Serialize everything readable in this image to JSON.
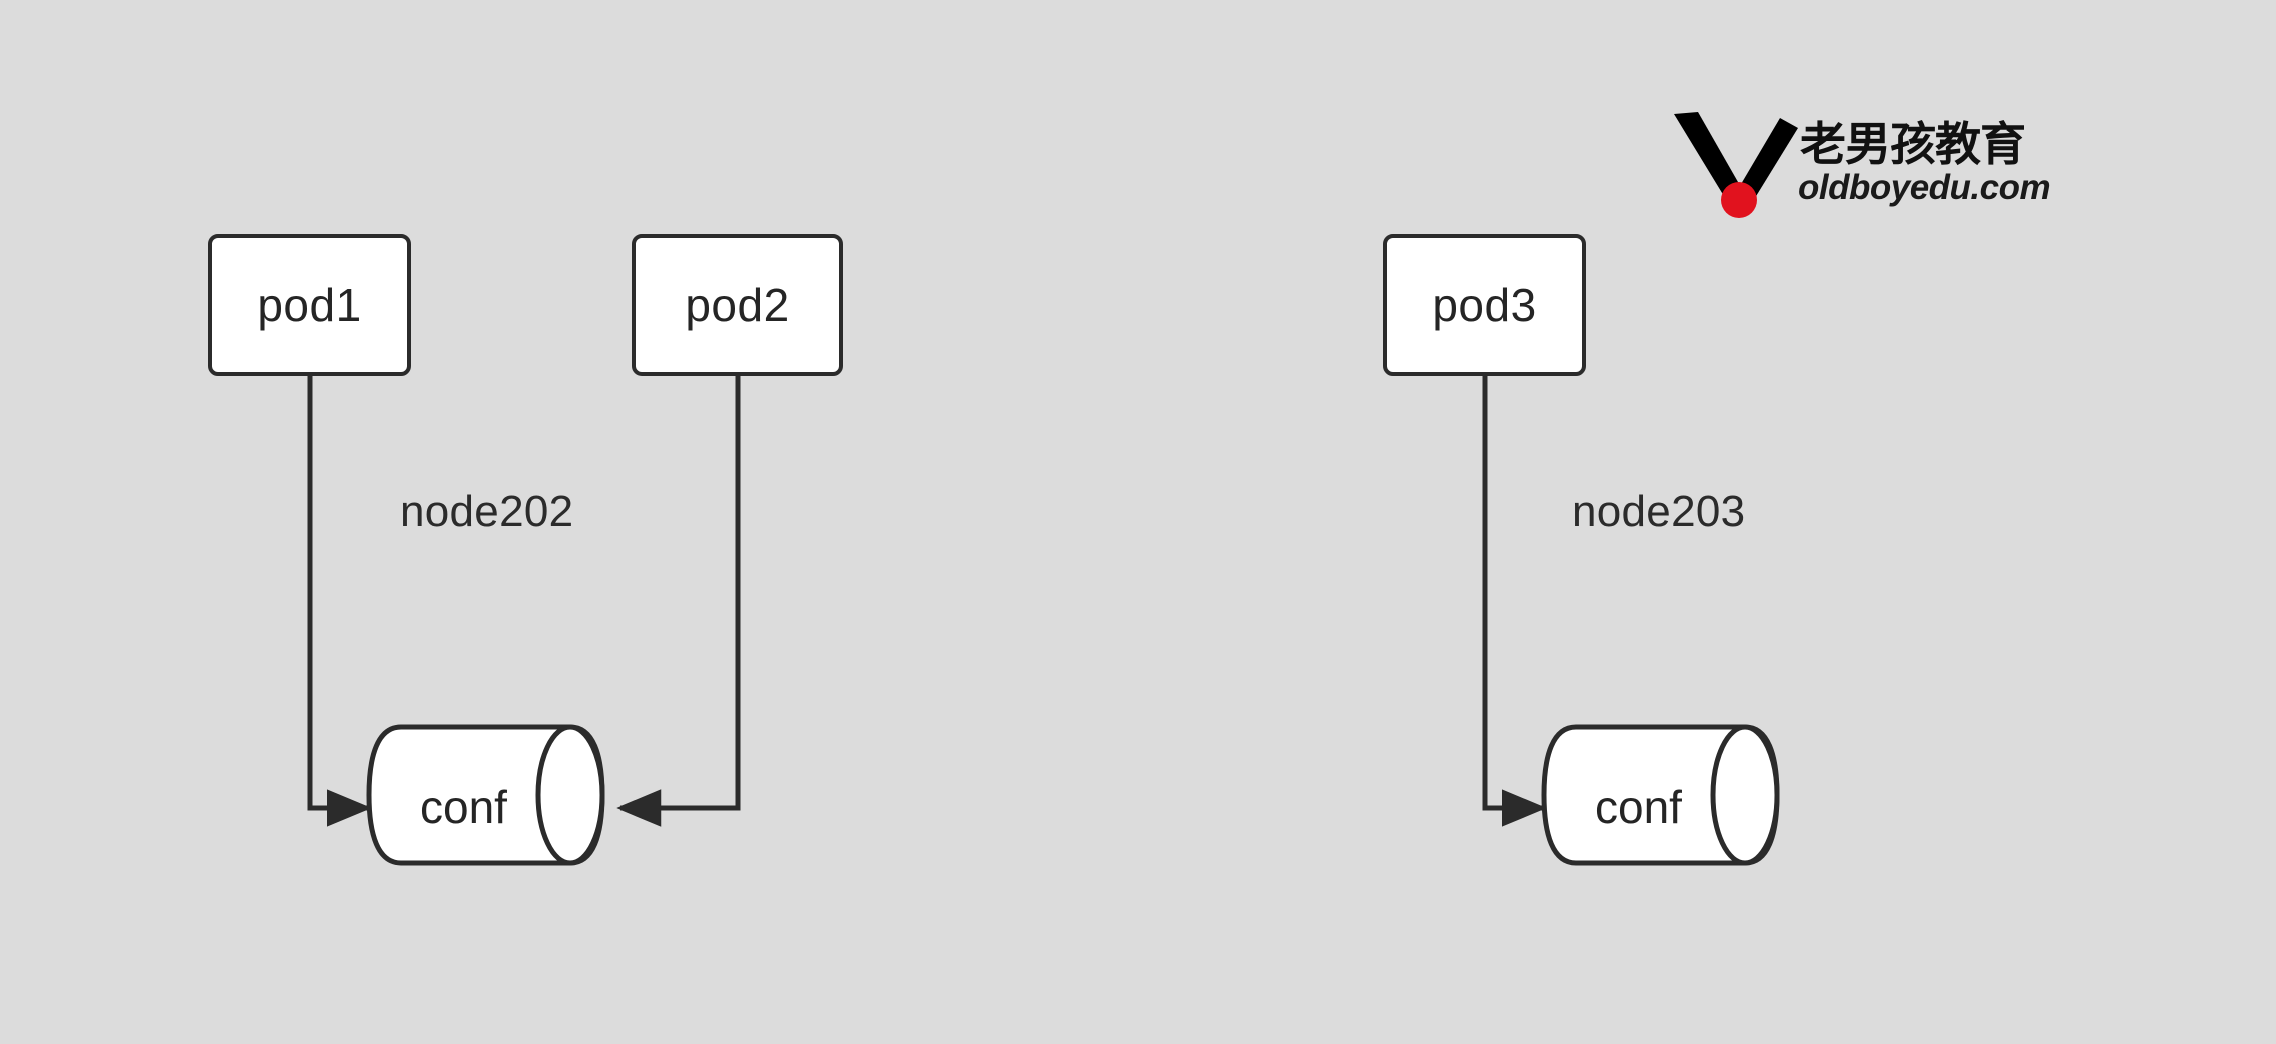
{
  "diagram": {
    "type": "kubernetes-configmap-topology",
    "background_color": "#dcdcdc",
    "stroke_color": "#2b2b2b",
    "fill_color": "#ffffff",
    "nodes": [
      {
        "id": "node202",
        "label": "node202",
        "pods": [
          {
            "id": "pod1",
            "label": "pod1"
          },
          {
            "id": "pod2",
            "label": "pod2"
          }
        ],
        "store": {
          "id": "conf1",
          "label": "conf",
          "shape": "cylinder"
        },
        "edges": [
          {
            "from": "pod1",
            "to": "conf1",
            "direction": "right"
          },
          {
            "from": "pod2",
            "to": "conf1",
            "direction": "left"
          }
        ]
      },
      {
        "id": "node203",
        "label": "node203",
        "pods": [
          {
            "id": "pod3",
            "label": "pod3"
          }
        ],
        "store": {
          "id": "conf2",
          "label": "conf",
          "shape": "cylinder"
        },
        "edges": [
          {
            "from": "pod3",
            "to": "conf2",
            "direction": "right"
          }
        ]
      }
    ]
  },
  "brand": {
    "cn_name": "老男孩教育",
    "domain": "oldboyedu.com",
    "mark_color": "#000000",
    "dot_color": "#e1121e"
  }
}
